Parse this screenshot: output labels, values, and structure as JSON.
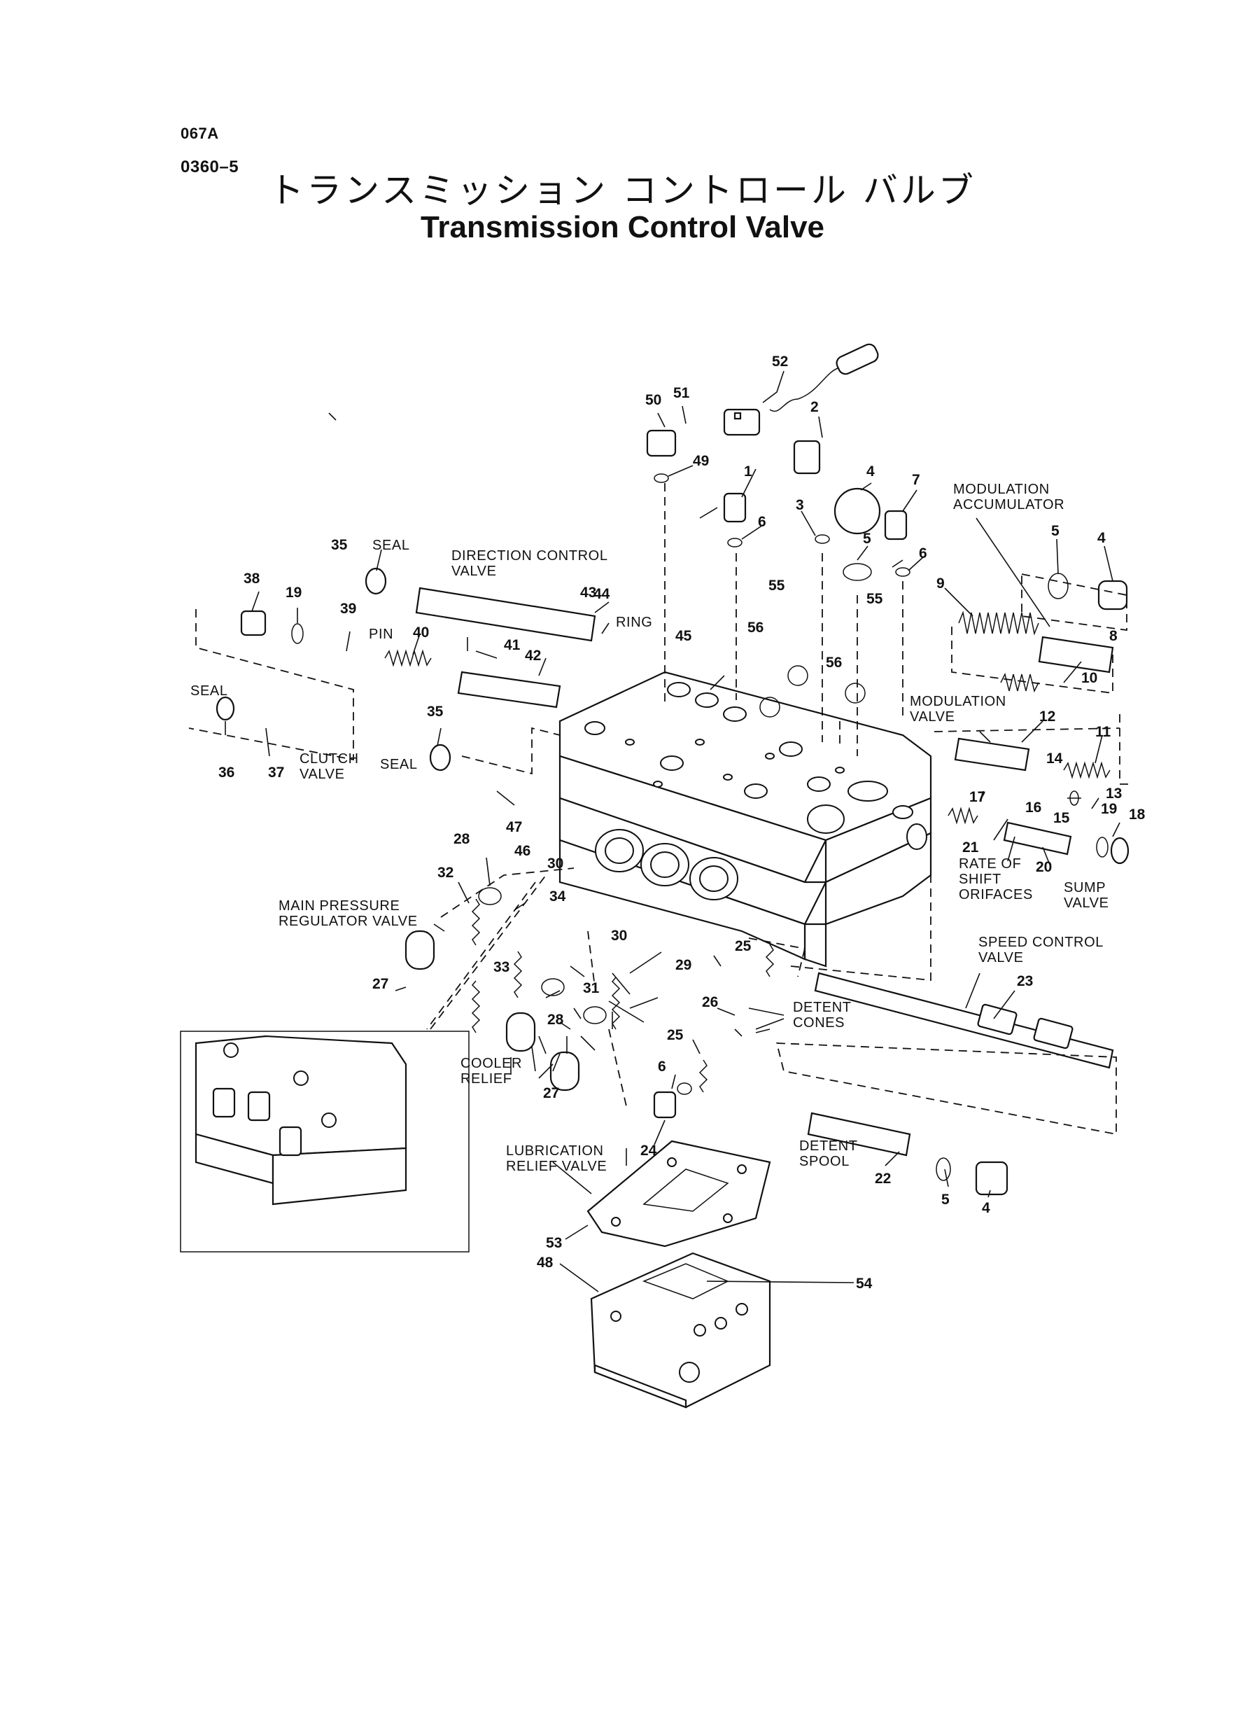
{
  "header": {
    "doc_code": "067A",
    "page_code": "0360–5",
    "title_jp": "トランスミッション コントロール バルブ",
    "title_en": "Transmission Control Valve"
  },
  "callouts": [
    {
      "id": "c1",
      "text": "1"
    },
    {
      "id": "c2",
      "text": "2"
    },
    {
      "id": "c3",
      "text": "3"
    },
    {
      "id": "c4a",
      "text": "4"
    },
    {
      "id": "c4b",
      "text": "4"
    },
    {
      "id": "c4c",
      "text": "4"
    },
    {
      "id": "c5a",
      "text": "5"
    },
    {
      "id": "c5b",
      "text": "5"
    },
    {
      "id": "c5c",
      "text": "5"
    },
    {
      "id": "c6a",
      "text": "6"
    },
    {
      "id": "c6b",
      "text": "6"
    },
    {
      "id": "c6c",
      "text": "6"
    },
    {
      "id": "c7",
      "text": "7"
    },
    {
      "id": "c8",
      "text": "8"
    },
    {
      "id": "c9",
      "text": "9"
    },
    {
      "id": "c10",
      "text": "10"
    },
    {
      "id": "c11",
      "text": "11"
    },
    {
      "id": "c12",
      "text": "12"
    },
    {
      "id": "c13",
      "text": "13"
    },
    {
      "id": "c14",
      "text": "14"
    },
    {
      "id": "c15",
      "text": "15"
    },
    {
      "id": "c16",
      "text": "16"
    },
    {
      "id": "c17",
      "text": "17"
    },
    {
      "id": "c18",
      "text": "18"
    },
    {
      "id": "c19a",
      "text": "19"
    },
    {
      "id": "c19b",
      "text": "19"
    },
    {
      "id": "c20",
      "text": "20"
    },
    {
      "id": "c21",
      "text": "21"
    },
    {
      "id": "c22",
      "text": "22"
    },
    {
      "id": "c23",
      "text": "23"
    },
    {
      "id": "c24",
      "text": "24"
    },
    {
      "id": "c25a",
      "text": "25"
    },
    {
      "id": "c25b",
      "text": "25"
    },
    {
      "id": "c26",
      "text": "26"
    },
    {
      "id": "c27a",
      "text": "27"
    },
    {
      "id": "c27b",
      "text": "27"
    },
    {
      "id": "c28a",
      "text": "28"
    },
    {
      "id": "c28b",
      "text": "28"
    },
    {
      "id": "c29",
      "text": "29"
    },
    {
      "id": "c30a",
      "text": "30"
    },
    {
      "id": "c30b",
      "text": "30"
    },
    {
      "id": "c31",
      "text": "31"
    },
    {
      "id": "c32",
      "text": "32"
    },
    {
      "id": "c33",
      "text": "33"
    },
    {
      "id": "c34",
      "text": "34"
    },
    {
      "id": "c35a",
      "text": "35"
    },
    {
      "id": "c35b",
      "text": "35"
    },
    {
      "id": "c36",
      "text": "36"
    },
    {
      "id": "c37",
      "text": "37"
    },
    {
      "id": "c38",
      "text": "38"
    },
    {
      "id": "c39",
      "text": "39"
    },
    {
      "id": "c40",
      "text": "40"
    },
    {
      "id": "c41",
      "text": "41"
    },
    {
      "id": "c42",
      "text": "42"
    },
    {
      "id": "c43",
      "text": "43"
    },
    {
      "id": "c44",
      "text": "44"
    },
    {
      "id": "c45",
      "text": "45"
    },
    {
      "id": "c46",
      "text": "46"
    },
    {
      "id": "c47",
      "text": "47"
    },
    {
      "id": "c48",
      "text": "48"
    },
    {
      "id": "c49",
      "text": "49"
    },
    {
      "id": "c50",
      "text": "50"
    },
    {
      "id": "c51",
      "text": "51"
    },
    {
      "id": "c52",
      "text": "52"
    },
    {
      "id": "c53",
      "text": "53"
    },
    {
      "id": "c54",
      "text": "54"
    },
    {
      "id": "c55a",
      "text": "55"
    },
    {
      "id": "c55b",
      "text": "55"
    },
    {
      "id": "c56a",
      "text": "56"
    },
    {
      "id": "c56b",
      "text": "56"
    }
  ],
  "labels": {
    "seal_top": "SEAL",
    "direction_control_valve": [
      "DIRECTION CONTROL",
      "VALVE"
    ],
    "ring": "RING",
    "pin": "PIN",
    "seal_left": "SEAL",
    "clutch_valve": [
      "CLUTCH",
      "VALVE"
    ],
    "seal_mid": "SEAL",
    "modulation_accumulator": [
      "MODULATION",
      "ACCUMULATOR"
    ],
    "modulation_valve": [
      "MODULATION",
      "VALVE"
    ],
    "rate_of_shift_orifices": [
      "RATE OF",
      "SHIFT",
      "ORIFACES"
    ],
    "sump_valve": [
      "SUMP",
      "VALVE"
    ],
    "main_pressure_regulator_valve": [
      "MAIN PRESSURE",
      "REGULATOR VALVE"
    ],
    "speed_control_valve": [
      "SPEED CONTROL",
      "VALVE"
    ],
    "detent_cones": [
      "DETENT",
      "CONES"
    ],
    "cooler_relief": [
      "COOLER",
      "RELIEF"
    ],
    "lubrication_relief_valve": [
      "LUBRICATION",
      "RELIEF VALVE"
    ],
    "detent_spool": [
      "DETENT",
      "SPOOL"
    ]
  }
}
